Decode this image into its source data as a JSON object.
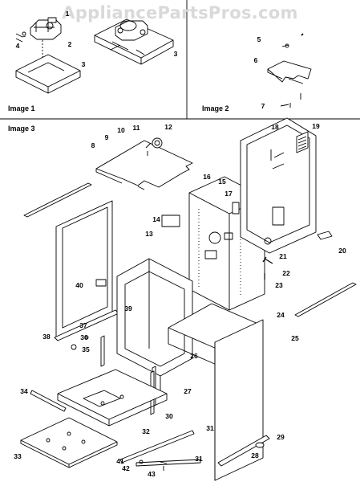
{
  "watermark": "AppliancePartsPros.com",
  "panels": {
    "image1": {
      "caption": "Image 1"
    },
    "image2": {
      "caption": "Image 2"
    },
    "image3": {
      "caption": "Image 3"
    }
  },
  "callouts": [
    "1",
    "2",
    "3",
    "4",
    "5",
    "6",
    "7",
    "8",
    "9",
    "10",
    "11",
    "12",
    "13",
    "14",
    "15",
    "16",
    "17",
    "18",
    "19",
    "20",
    "21",
    "22",
    "23",
    "24",
    "25",
    "26",
    "27",
    "28",
    "29",
    "30",
    "31",
    "32",
    "33",
    "34",
    "35",
    "36",
    "37",
    "38",
    "39",
    "40",
    "41",
    "42",
    "43"
  ]
}
